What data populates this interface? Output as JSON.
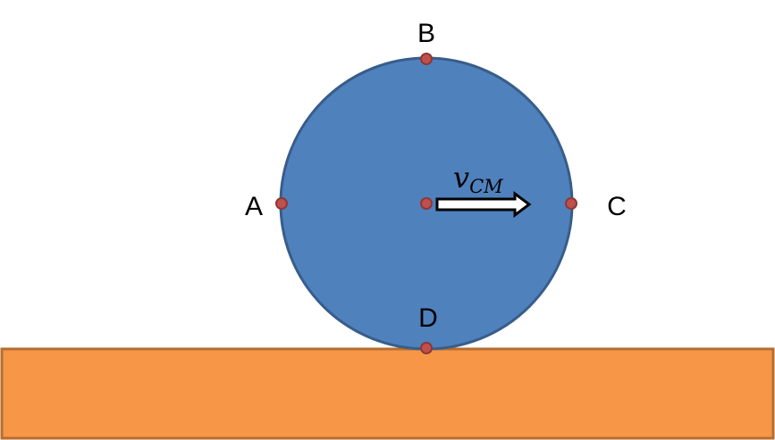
{
  "labels": {
    "A": "A",
    "B": "B",
    "C": "C",
    "D": "D"
  },
  "velocity": {
    "symbol": "v",
    "subscript": "CM"
  },
  "colors": {
    "ground_fill": "#F79646",
    "ground_stroke": "#B66D31",
    "wheel_fill": "#4F81BD",
    "wheel_stroke": "#385D8A",
    "point_fill": "#C0504D",
    "point_stroke": "#8C3836",
    "arrow_fill": "#FFFFFF",
    "arrow_stroke": "#000000"
  }
}
